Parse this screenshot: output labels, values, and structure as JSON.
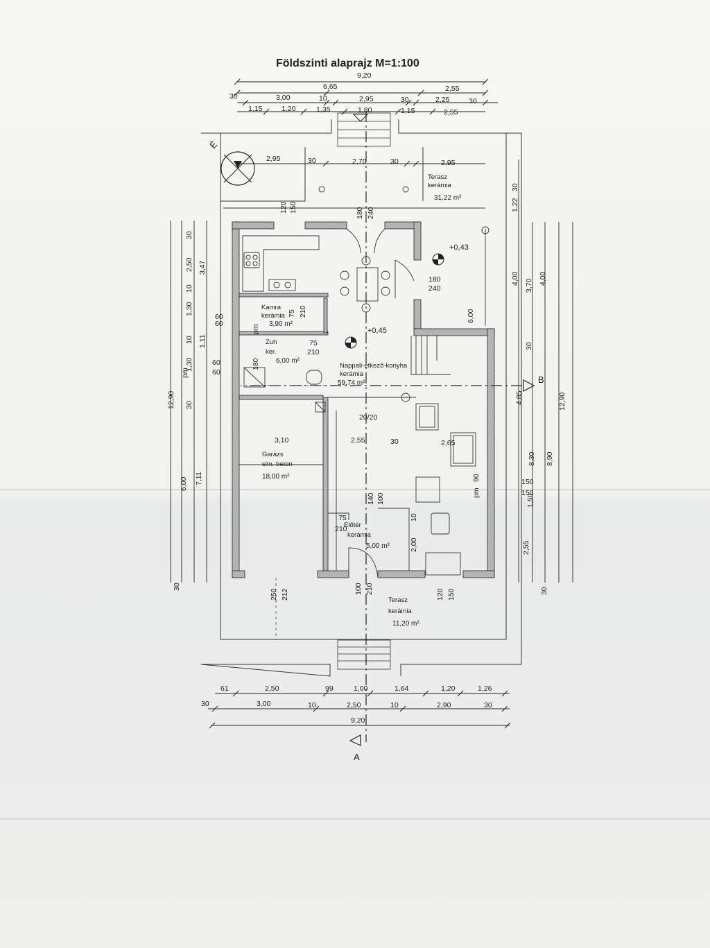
{
  "drawing": {
    "title": "Földszinti alaprajz  M=1:100",
    "north_label": "É",
    "section_a": "A",
    "section_b": "B",
    "pillar": "20/20"
  },
  "rooms": [
    {
      "id": "terasz_back",
      "name": "Terasz",
      "finish": "kerámia",
      "area": "31,22 m²"
    },
    {
      "id": "kamra",
      "name": "Kamra",
      "finish": "kerámia",
      "area": "3,90 m²"
    },
    {
      "id": "zuh",
      "name": "Zuh",
      "finish": "ker.",
      "area": "6,00 m²"
    },
    {
      "id": "nappali",
      "name": "Nappali-étkező-konyha",
      "finish": "kerámia",
      "area": "59,74 m²"
    },
    {
      "id": "garazs",
      "name": "Garázs",
      "finish": "sim. beton",
      "area": "18,00 m²"
    },
    {
      "id": "eloter",
      "name": "Előtér",
      "finish": "kerámia",
      "area": "5,00 m²"
    },
    {
      "id": "terasz_front",
      "name": "Terasz",
      "finish": "kerámia",
      "area": "11,20 m²"
    }
  ],
  "levels": [
    "+0,43",
    "+0,45"
  ],
  "dimensions": {
    "top": [
      [
        "9,20"
      ],
      [
        "6,65",
        "2,55"
      ],
      [
        "30",
        "3,00",
        "10",
        "2,95",
        "30",
        "2,25",
        "30"
      ],
      [
        "1,15",
        "1,20",
        "1,35",
        "1,80",
        "1,15",
        "2,55"
      ],
      [
        "2,95",
        "30",
        "2,70",
        "30",
        "2,95"
      ]
    ],
    "bottom": [
      [
        "61",
        "2,50",
        "99",
        "1,00",
        "1,64",
        "1,20",
        "1,26"
      ],
      [
        "30",
        "3,00",
        "10",
        "2,50",
        "10",
        "2,90",
        "30"
      ],
      [
        "9,20"
      ]
    ],
    "left": [
      [
        "30",
        "2,50",
        "10",
        "1,30",
        "10",
        "1,30",
        "30",
        "6,00",
        "30"
      ],
      [
        "3,47",
        "1,11",
        "7,11"
      ],
      [
        "12,90"
      ],
      [
        "60",
        "60",
        "60"
      ]
    ],
    "right": [
      [
        "1,22",
        "30"
      ],
      [
        "4,00",
        "3,70",
        "4,00"
      ],
      [
        "6,00",
        "4,85"
      ],
      [
        "30",
        "8,30",
        "8,90",
        "12,90"
      ],
      [
        "1,50",
        "150",
        "150",
        "2,55",
        "30"
      ]
    ],
    "interior": [
      "3,10",
      "2,55",
      "30",
      "2,65",
      "2,00",
      "10",
      "120",
      "150",
      "180",
      "240",
      "75",
      "210",
      "100",
      "210",
      "250",
      "212",
      "180",
      "240",
      "180",
      "60",
      "90",
      "pm",
      "pm",
      "pm",
      "120",
      "150",
      "75",
      "210",
      "75",
      "210",
      "140",
      "100"
    ]
  }
}
